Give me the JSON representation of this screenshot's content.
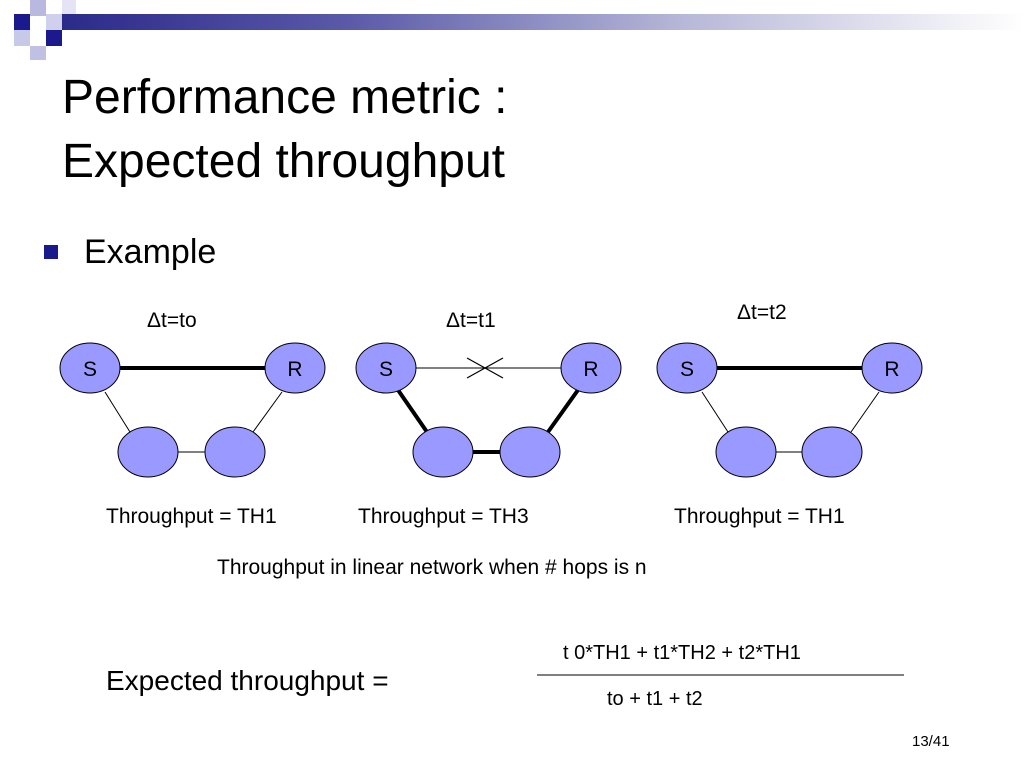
{
  "slide": {
    "title_line1": "Performance metric :",
    "title_line2": "Expected throughput",
    "bullet": "Example",
    "page_number": "13/41"
  },
  "diagram": {
    "panels": [
      {
        "delta_label": "Δt=to",
        "source_label": "S",
        "receiver_label": "R",
        "direct_link": "active",
        "relay_path": "inactive",
        "throughput_label": "Throughput = TH1"
      },
      {
        "delta_label": "Δt=t1",
        "source_label": "S",
        "receiver_label": "R",
        "direct_link": "broken",
        "relay_path": "active",
        "throughput_label": "Throughput = TH3"
      },
      {
        "delta_label": "Δt=t2",
        "source_label": "S",
        "receiver_label": "R",
        "direct_link": "active",
        "relay_path": "inactive",
        "throughput_label": "Throughput = TH1"
      }
    ],
    "caption": "Throughput in linear network when # hops is n",
    "colors": {
      "node_fill": "#9999ff",
      "title_bar": "#2a2a8a"
    }
  },
  "formula": {
    "label": "Expected throughput =",
    "numerator": "t 0*TH1 + t1*TH2 +  t2*TH1",
    "denominator": "to + t1 + t2"
  }
}
